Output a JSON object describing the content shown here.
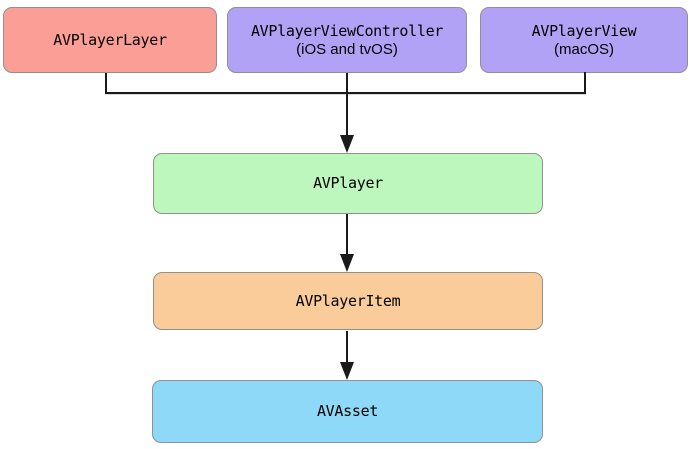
{
  "diagram": {
    "type": "class-hierarchy-flow",
    "background": "#ffffff",
    "line_color": "#1a1a1a",
    "border_color": "#909090",
    "nodes": [
      {
        "label": "AVPlayerLayer",
        "sublabel": "",
        "fill": "#fb9e96"
      },
      {
        "label": "AVPlayerViewController",
        "sublabel": "(iOS and tvOS)",
        "fill": "#b2a2f6"
      },
      {
        "label": "AVPlayerView",
        "sublabel": "(macOS)",
        "fill": "#b2a2f6"
      },
      {
        "label": "AVPlayer",
        "sublabel": "",
        "fill": "#bdf7bd"
      },
      {
        "label": "AVPlayerItem",
        "sublabel": "",
        "fill": "#f9cc9a"
      },
      {
        "label": "AVAsset",
        "sublabel": "",
        "fill": "#8ed9f8"
      }
    ],
    "edges": [
      {
        "from": "AVPlayerLayer",
        "to": "AVPlayer",
        "style": "line-to-bus"
      },
      {
        "from": "AVPlayerViewController",
        "to": "AVPlayer",
        "style": "arrow"
      },
      {
        "from": "AVPlayerView",
        "to": "AVPlayer",
        "style": "line-to-bus"
      },
      {
        "from": "AVPlayer",
        "to": "AVPlayerItem",
        "style": "arrow"
      },
      {
        "from": "AVPlayerItem",
        "to": "AVAsset",
        "style": "arrow"
      }
    ]
  }
}
